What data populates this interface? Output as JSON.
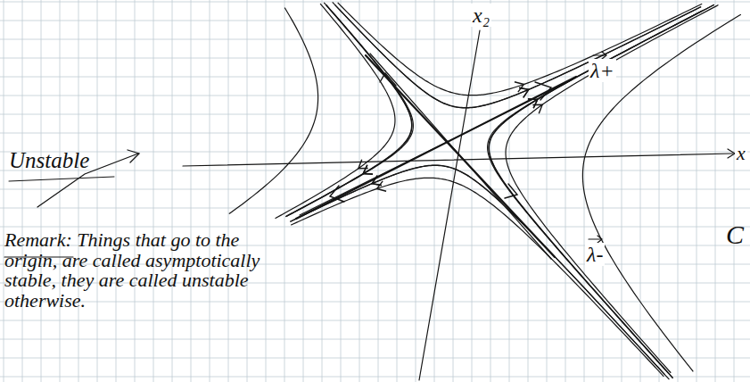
{
  "diagram": {
    "labels": [
      "x₂",
      "λ+",
      "x",
      "λ-",
      "Unstable",
      "Remark: Things that go to the origin, are called asymptotically stable, they are called unstable otherwise.",
      "C"
    ]
  }
}
